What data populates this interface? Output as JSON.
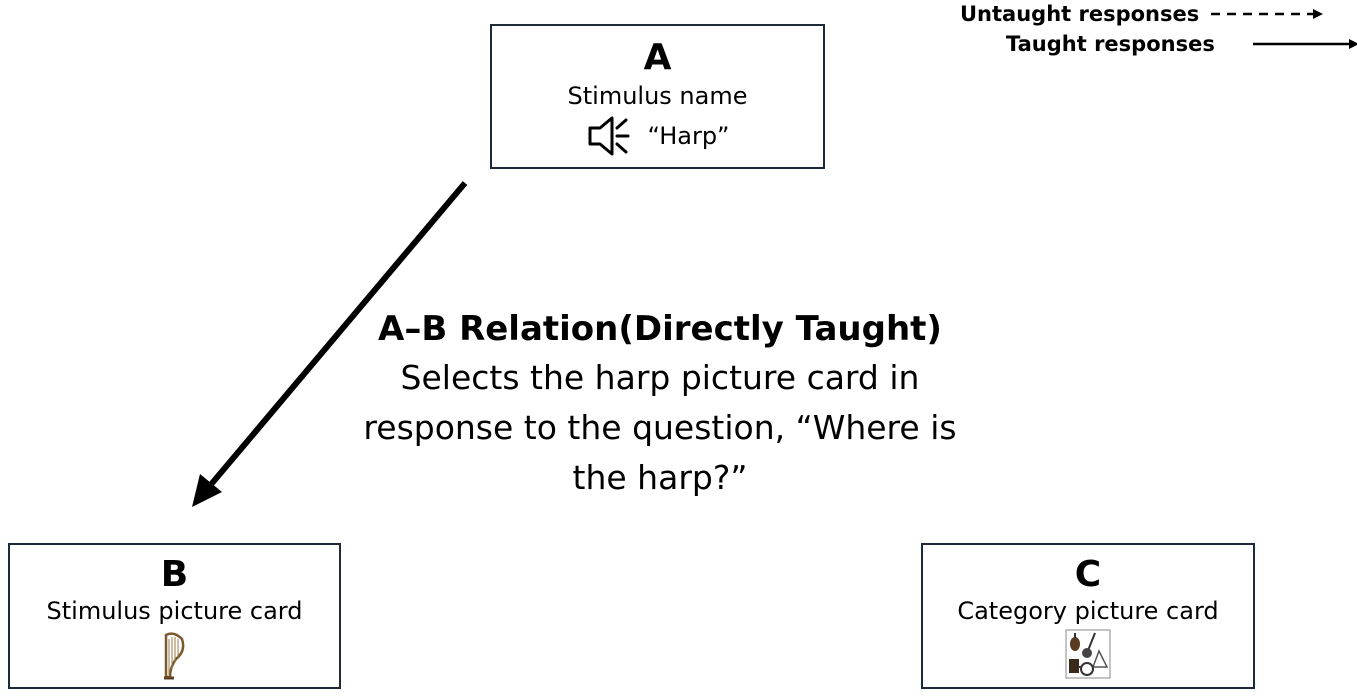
{
  "legend": {
    "untaught_label": "Untaught responses",
    "taught_label": "Taught responses"
  },
  "node_a": {
    "letter": "A",
    "subtitle": "Stimulus name",
    "spoken_word": "“Harp”",
    "icon": "speaker-icon"
  },
  "node_b": {
    "letter": "B",
    "subtitle": "Stimulus picture card",
    "icon": "harp-icon"
  },
  "node_c": {
    "letter": "C",
    "subtitle": "Category picture card",
    "icon": "instruments-collage-icon"
  },
  "relation": {
    "title": "A–B Relation(Directly Taught)",
    "description": "Selects the harp picture card in response to the question, “Where is the harp?”"
  },
  "colors": {
    "box_border": "#1d2b38",
    "arrow": "#000000"
  }
}
